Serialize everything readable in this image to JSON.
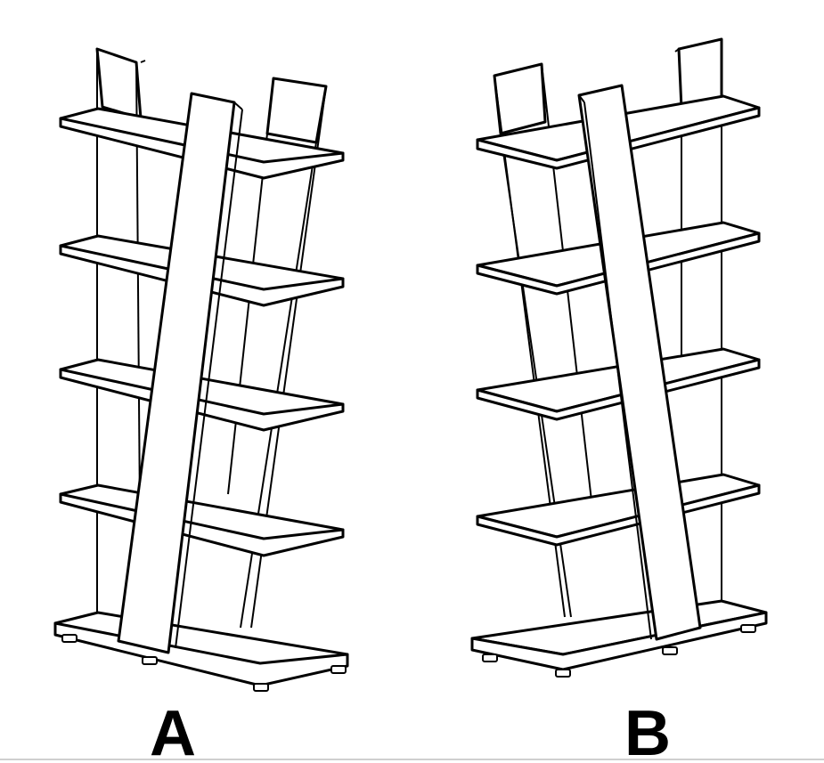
{
  "diagrams": [
    {
      "id": "A",
      "label": "A"
    },
    {
      "id": "B",
      "label": "B"
    }
  ],
  "colors": {
    "ink": "#000000",
    "paper": "#ffffff"
  }
}
